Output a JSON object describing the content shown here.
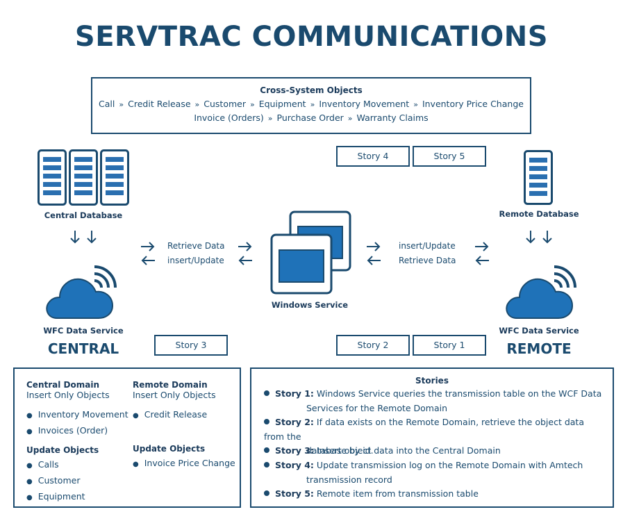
{
  "title": "SERVTRAC COMMUNICATIONS",
  "cross_system": {
    "title": "Cross-System Objects",
    "line1": [
      "Call",
      "Credit Release",
      "Customer",
      "Equipment",
      "Inventory Movement",
      "Inventory Price Change"
    ],
    "line2": [
      "Invoice (Orders)",
      "Purchase Order",
      "Warranty Claims"
    ],
    "separator": "»"
  },
  "story_buttons": {
    "s4": "Story 4",
    "s5": "Story 5",
    "s3": "Story 3",
    "s2": "Story 2",
    "s1": "Story 1"
  },
  "central": {
    "db_label": "Central Database",
    "service_label": "WFC Data Service",
    "name": "CENTRAL"
  },
  "remote": {
    "db_label": "Remote Database",
    "service_label": "WFC Data Service",
    "name": "REMOTE"
  },
  "windows_service": {
    "label": "Windows Service"
  },
  "flows": {
    "left_top": "Retrieve Data",
    "left_bottom": "insert/Update",
    "right_top": "insert/Update",
    "right_bottom": "Retrieve Data"
  },
  "left_panel": {
    "central_domain": {
      "heading": "Central Domain",
      "sub": "Insert Only Objects",
      "insert_items": [
        "Inventory Movement",
        "Invoices (Order)"
      ],
      "update_heading": "Update Objects",
      "update_items": [
        "Calls",
        "Customer",
        "Equipment"
      ]
    },
    "remote_domain": {
      "heading": "Remote Domain",
      "sub": "Insert Only Objects",
      "insert_items": [
        "Credit Release"
      ],
      "update_heading": "Update Objects",
      "update_items": [
        "Invoice Price Change"
      ]
    }
  },
  "stories": {
    "heading": "Stories",
    "items": [
      {
        "label": "Story 1:",
        "line1": "Windows Service queries the transmission table on the WCF Data",
        "line2": "Services for the Remote Domain"
      },
      {
        "label": "Story 2:",
        "line1": "If data exists on the Remote Domain, retrieve the object data from the",
        "line2": "database by id."
      },
      {
        "label": "Story 3:",
        "line1": "Insert object data into the Central Domain",
        "line2": ""
      },
      {
        "label": "Story 4:",
        "line1": "Update transmission log on the Remote Domain with Amtech",
        "line2": "transmission record"
      },
      {
        "label": "Story 5:",
        "line1": "Remote item from transmission table",
        "line2": ""
      }
    ]
  },
  "colors": {
    "primary": "#1a4a6e",
    "cloud": "#1f72b8",
    "server_stripe": "#2a6fb0"
  },
  "icons": [
    "server-icon",
    "cloud-wifi-icon",
    "window-icon",
    "arrow-down-icon",
    "arrow-right-icon",
    "arrow-left-icon"
  ]
}
